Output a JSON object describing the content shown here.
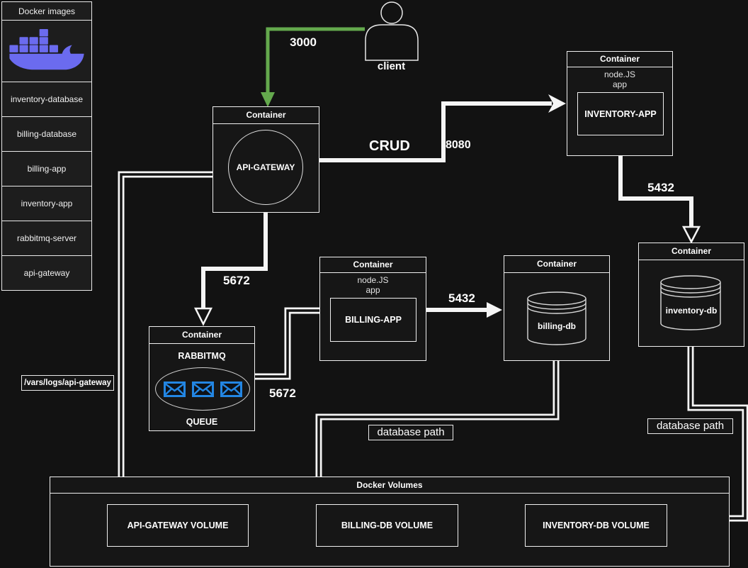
{
  "sidebar": {
    "header": "Docker images",
    "items": [
      "inventory-database",
      "billing-database",
      "billing-app",
      "inventory-app",
      "rabbitmq-server",
      "api-gateway"
    ]
  },
  "client": {
    "label": "client"
  },
  "ports": {
    "client_gateway": "3000",
    "crud": "CRUD",
    "gateway_inventory": "8080",
    "inventory_db": "5432",
    "gateway_rabbitmq": "5672",
    "rabbitmq_billing": "5672",
    "billing_db": "5432"
  },
  "nodes": {
    "api_gateway": {
      "header": "Container",
      "label": "API-GATEWAY"
    },
    "inventory_app": {
      "header": "Container",
      "runtime": "node.JS",
      "runtime2": "app",
      "label": "INVENTORY-APP"
    },
    "billing_app": {
      "header": "Container",
      "runtime": "node.JS",
      "runtime2": "app",
      "label": "BILLING-APP"
    },
    "inventory_db": {
      "header": "Container",
      "label": "inventory-db"
    },
    "billing_db": {
      "header": "Container",
      "label": "billing-db"
    },
    "rabbitmq": {
      "header": "Container",
      "title": "RABBITMQ",
      "caption": "QUEUE"
    }
  },
  "annotations": {
    "logs_path": "/vars/logs/api-gateway",
    "database_path_billing": "database path",
    "database_path_inventory": "database path"
  },
  "volumes": {
    "header": "Docker Volumes",
    "items": [
      "API-GATEWAY VOLUME",
      "BILLING-DB VOLUME",
      "INVENTORY-DB VOLUME"
    ]
  },
  "colors": {
    "background": "#121212",
    "shape_fill": "#161616",
    "border_white": "#f0f0f0",
    "docker_blue": "#6b6bef",
    "envelope_blue": "#2386e3",
    "arrow_green": "#64a94d"
  }
}
